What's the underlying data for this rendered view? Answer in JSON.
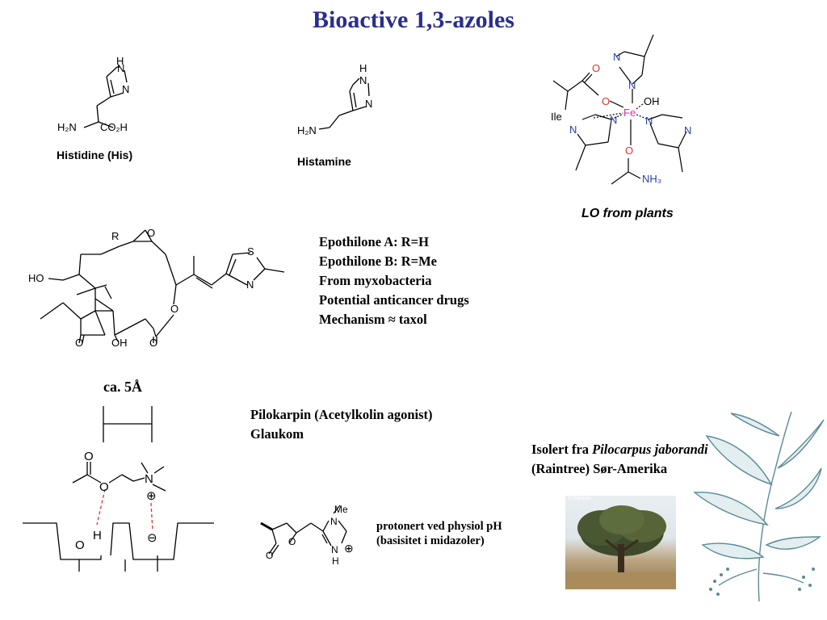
{
  "title": "Bioactive 1,3-azoles",
  "histidine": {
    "name": "Histidine (His)",
    "atoms": {
      "nh": "H",
      "n_ring": "N",
      "n_top": "N",
      "amine": "H₂N",
      "acid": "CO₂H"
    }
  },
  "histamine": {
    "name": "Histamine",
    "atoms": {
      "h": "H",
      "n_top": "N",
      "n_ring": "N",
      "amine": "H₂N"
    }
  },
  "lo": {
    "caption": "LO from plants",
    "atoms": {
      "fe": "Fe",
      "oh": "OH",
      "o_ester": "O",
      "o_carbonyl": "O",
      "o_amide": "O",
      "ile": "Ile",
      "nh3": "NH₃",
      "n_labels": [
        "N",
        "N",
        "N",
        "N",
        "N",
        "N"
      ]
    }
  },
  "epothilone": {
    "lines": [
      "Epothilone A: R=H",
      "Epothilone B: R=Me",
      "From myxobacteria",
      "Potential anticancer drugs",
      "Mechanism ≈ taxol"
    ],
    "atoms": {
      "r": "R",
      "o_epoxide": "O",
      "s": "S",
      "n": "N",
      "ho": "HO",
      "o_ketone": "O",
      "oh": "OH",
      "o_lactone_c": "O",
      "o_ring": "O"
    }
  },
  "receptor": {
    "distance_label": "ca. 5Å",
    "atoms": {
      "o_carbonyl": "O",
      "o_ester": "O",
      "n": "N",
      "plus": "⊕",
      "minus": "⊖",
      "o_site": "O",
      "h": "H"
    }
  },
  "pilocarpine": {
    "lines": [
      "Pilokarpin (Acetylkolin agonist)",
      "Glaukom"
    ],
    "protonated": [
      "protonert ved physiol pH",
      "(basisitet i midazoler)"
    ],
    "atoms": {
      "me": "Me",
      "n_top": "N",
      "n_bottom": "N",
      "h": "H",
      "o_ring": "O",
      "o_carbonyl": "O",
      "plus": "⊕"
    }
  },
  "source": {
    "line1_prefix": "Isolert fra ",
    "line1_italic": "Pilocarpus jaborandi",
    "line2": "(Raintree) Sør-Amerika",
    "photo_credit": "© Raintree"
  },
  "colors": {
    "title": "#2b2e8c",
    "fe": "#d22fa8",
    "oxygen": "#e0332b",
    "nitrogen": "#2a3fa6",
    "hbond": "#e0332b",
    "plant": "#5a8a96"
  }
}
